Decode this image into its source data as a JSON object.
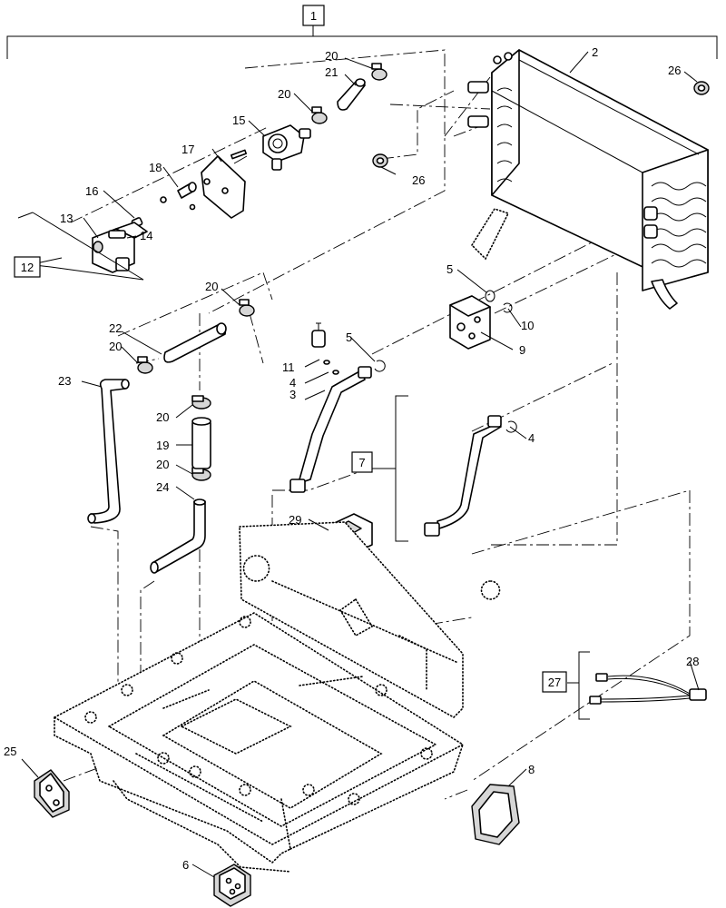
{
  "callouts": {
    "c1": "1",
    "c2": "2",
    "c3": "3",
    "c4a": "4",
    "c4b": "4",
    "c5a": "5",
    "c5b": "5",
    "c6": "6",
    "c7": "7",
    "c8": "8",
    "c9": "9",
    "c10": "10",
    "c11": "11",
    "c12": "12",
    "c13": "13",
    "c14": "14",
    "c15": "15",
    "c16": "16",
    "c17": "17",
    "c18": "18",
    "c19": "19",
    "c20a": "20",
    "c20b": "20",
    "c20c": "20",
    "c20d": "20",
    "c20e": "20",
    "c20f": "20",
    "c21": "21",
    "c22": "22",
    "c23": "23",
    "c24": "24",
    "c25": "25",
    "c26a": "26",
    "c26b": "26",
    "c27": "27",
    "c28": "28",
    "c29": "29"
  }
}
